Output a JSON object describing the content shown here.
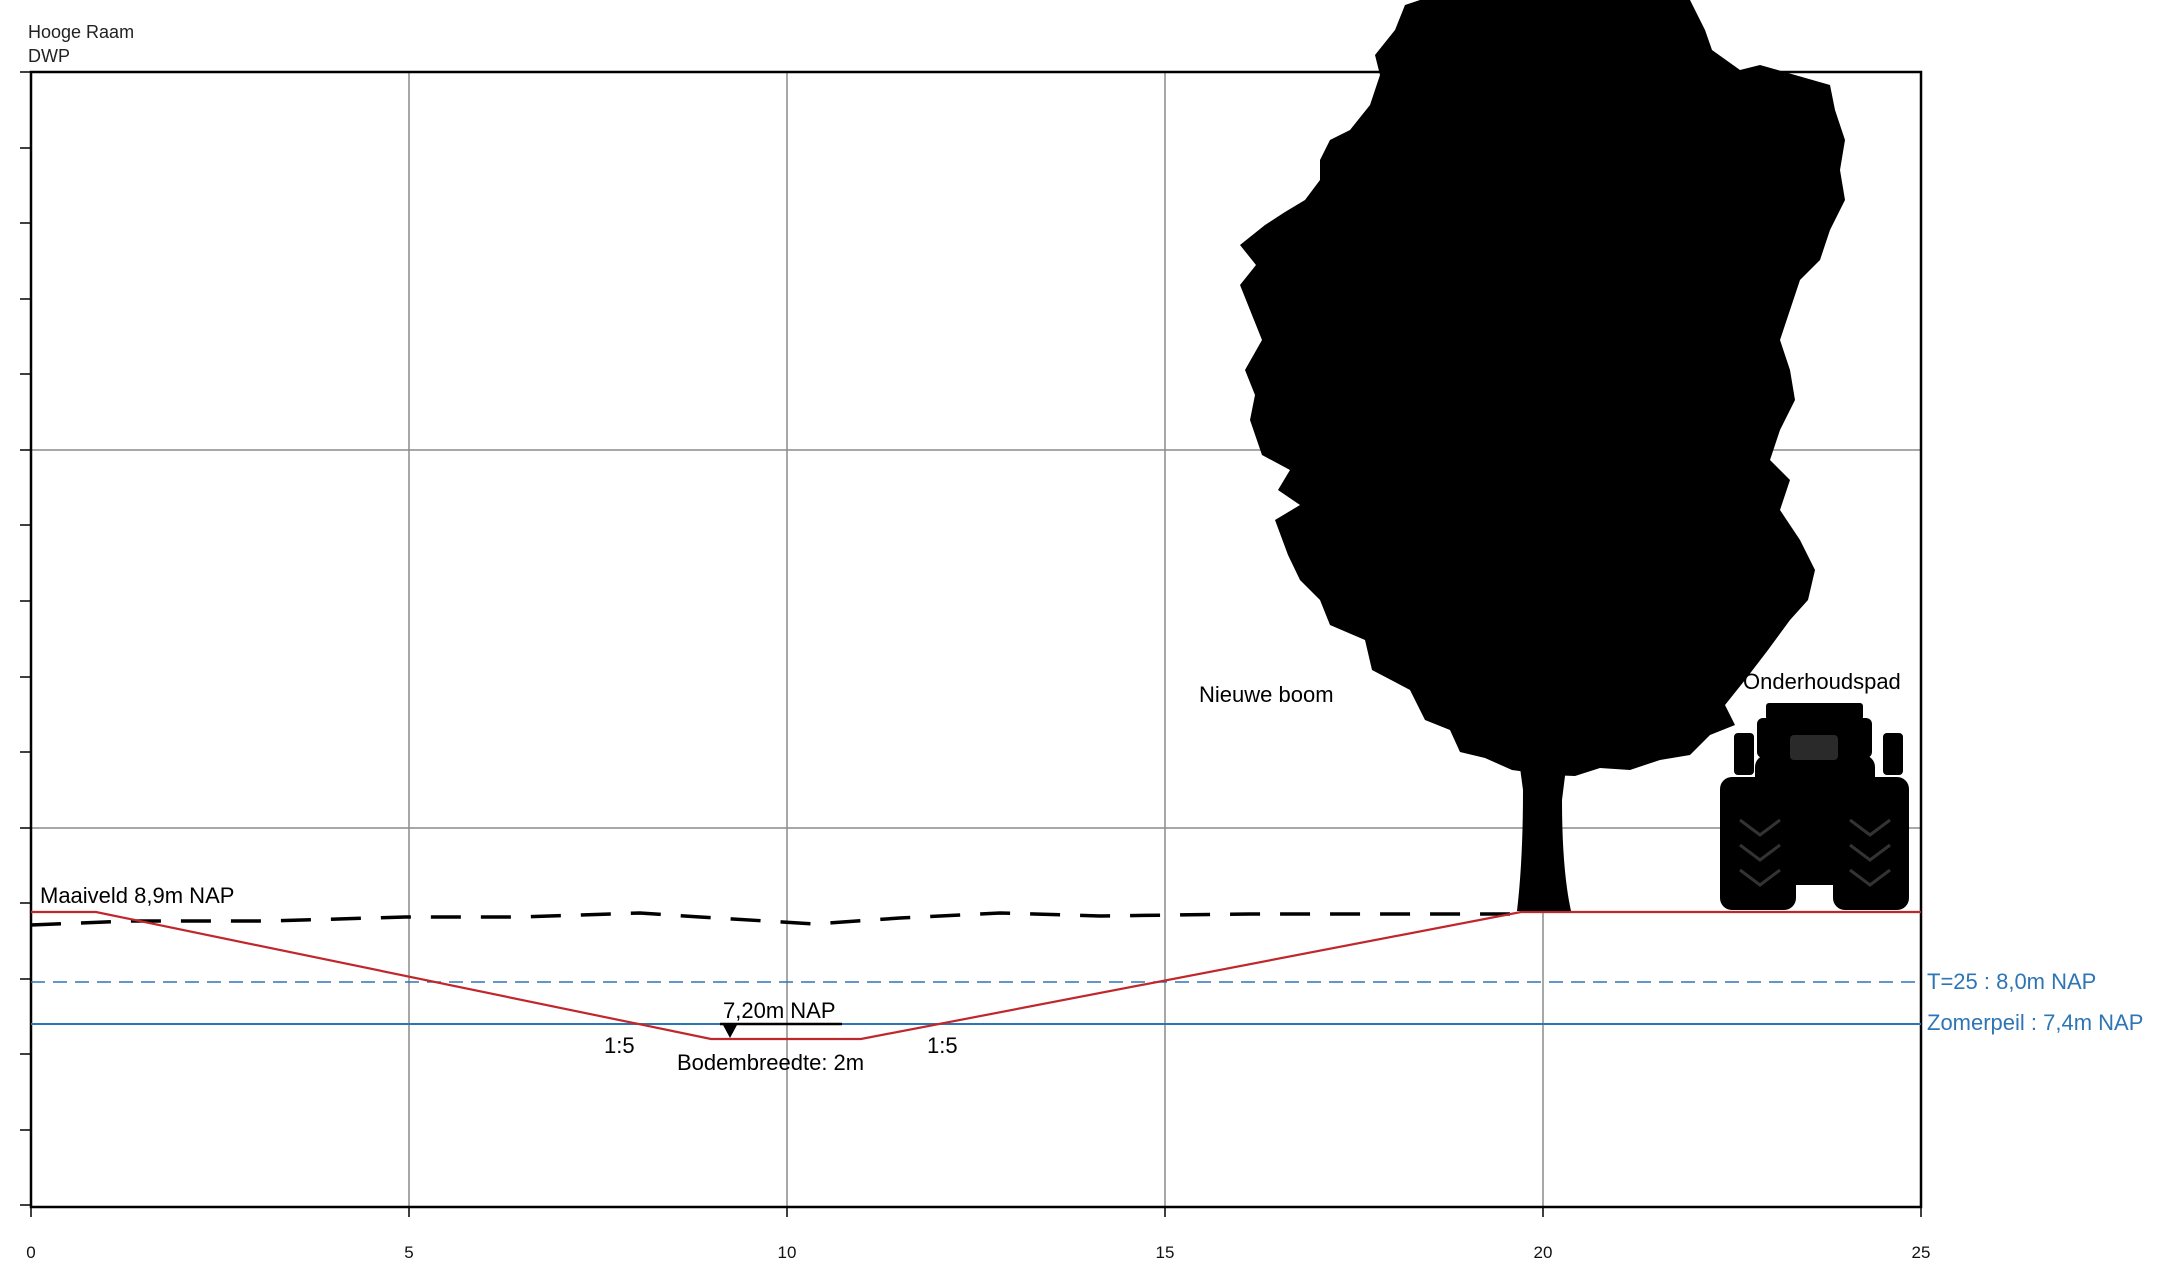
{
  "header": {
    "line1": "Hooge Raam",
    "line2": "DWP"
  },
  "labels": {
    "maaiveld": "Maaiveld 8,9m NAP",
    "bottom_level": "7,20m NAP",
    "slope_left": "1:5",
    "slope_right": "1:5",
    "bottom_width": "Bodembreedte: 2m",
    "tree": "Nieuwe boom",
    "path": "Onderhoudspad",
    "t25": "T=25 : 8,0m NAP",
    "zomerpeil": "Zomerpeil : 7,4m NAP"
  },
  "x_ticks": [
    "0",
    "5",
    "10",
    "15",
    "20",
    "25"
  ],
  "colors": {
    "profile": "#c0272d",
    "water": "#2e75b6",
    "grid": "#8c8c8c",
    "existing": "#000000"
  },
  "icons": [
    "tree-silhouette-icon",
    "tractor-icon",
    "water-level-triangle-icon"
  ]
}
